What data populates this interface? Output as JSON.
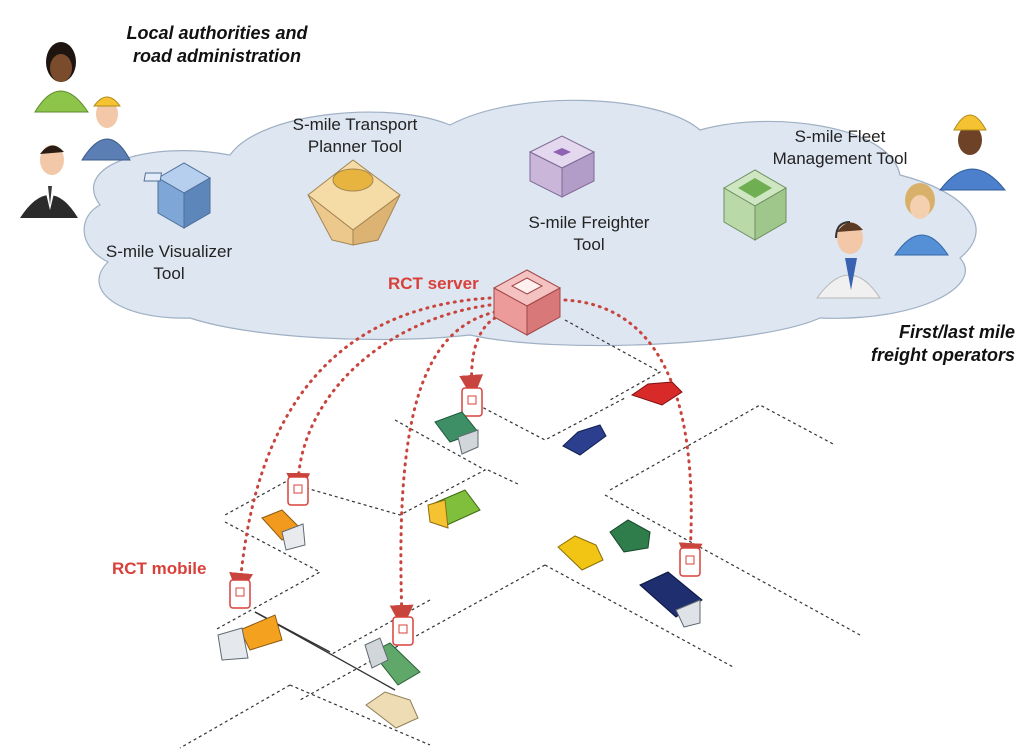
{
  "groups": {
    "authorities": "Local authorities and\nroad administration",
    "operators": "First/last mile\nfreight operators"
  },
  "tools": {
    "visualizer": "S-mile Visualizer\nTool",
    "planner": "S-mile Transport\nPlanner Tool",
    "freighter": "S-mile Freighter\nTool",
    "fleet": "S-mile Fleet\nManagement Tool"
  },
  "server": {
    "label": "RCT server"
  },
  "mobile": {
    "label": "RCT mobile"
  },
  "colors": {
    "cloud_fill": "#dde6f1",
    "cloud_stroke": "#9fb0c4",
    "accent_red": "#d9403a",
    "visualizer_block": "#7ea6d6",
    "planner_block": "#f5dba6",
    "freighter_block": "#c9b6d9",
    "fleet_block": "#b9d9a8",
    "server_block": "#ec9a9a"
  }
}
